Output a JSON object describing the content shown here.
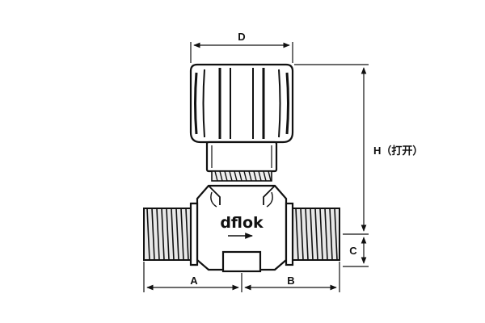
{
  "brand": "dflok",
  "dimensions": {
    "d": "D",
    "h": "H（打开）",
    "c": "C",
    "a": "A",
    "b": "B"
  },
  "colors": {
    "stroke": "#111111",
    "body_fill": "#ffffff",
    "thread_fill": "#e8e8e8",
    "shadow": "#d6d6d6"
  }
}
